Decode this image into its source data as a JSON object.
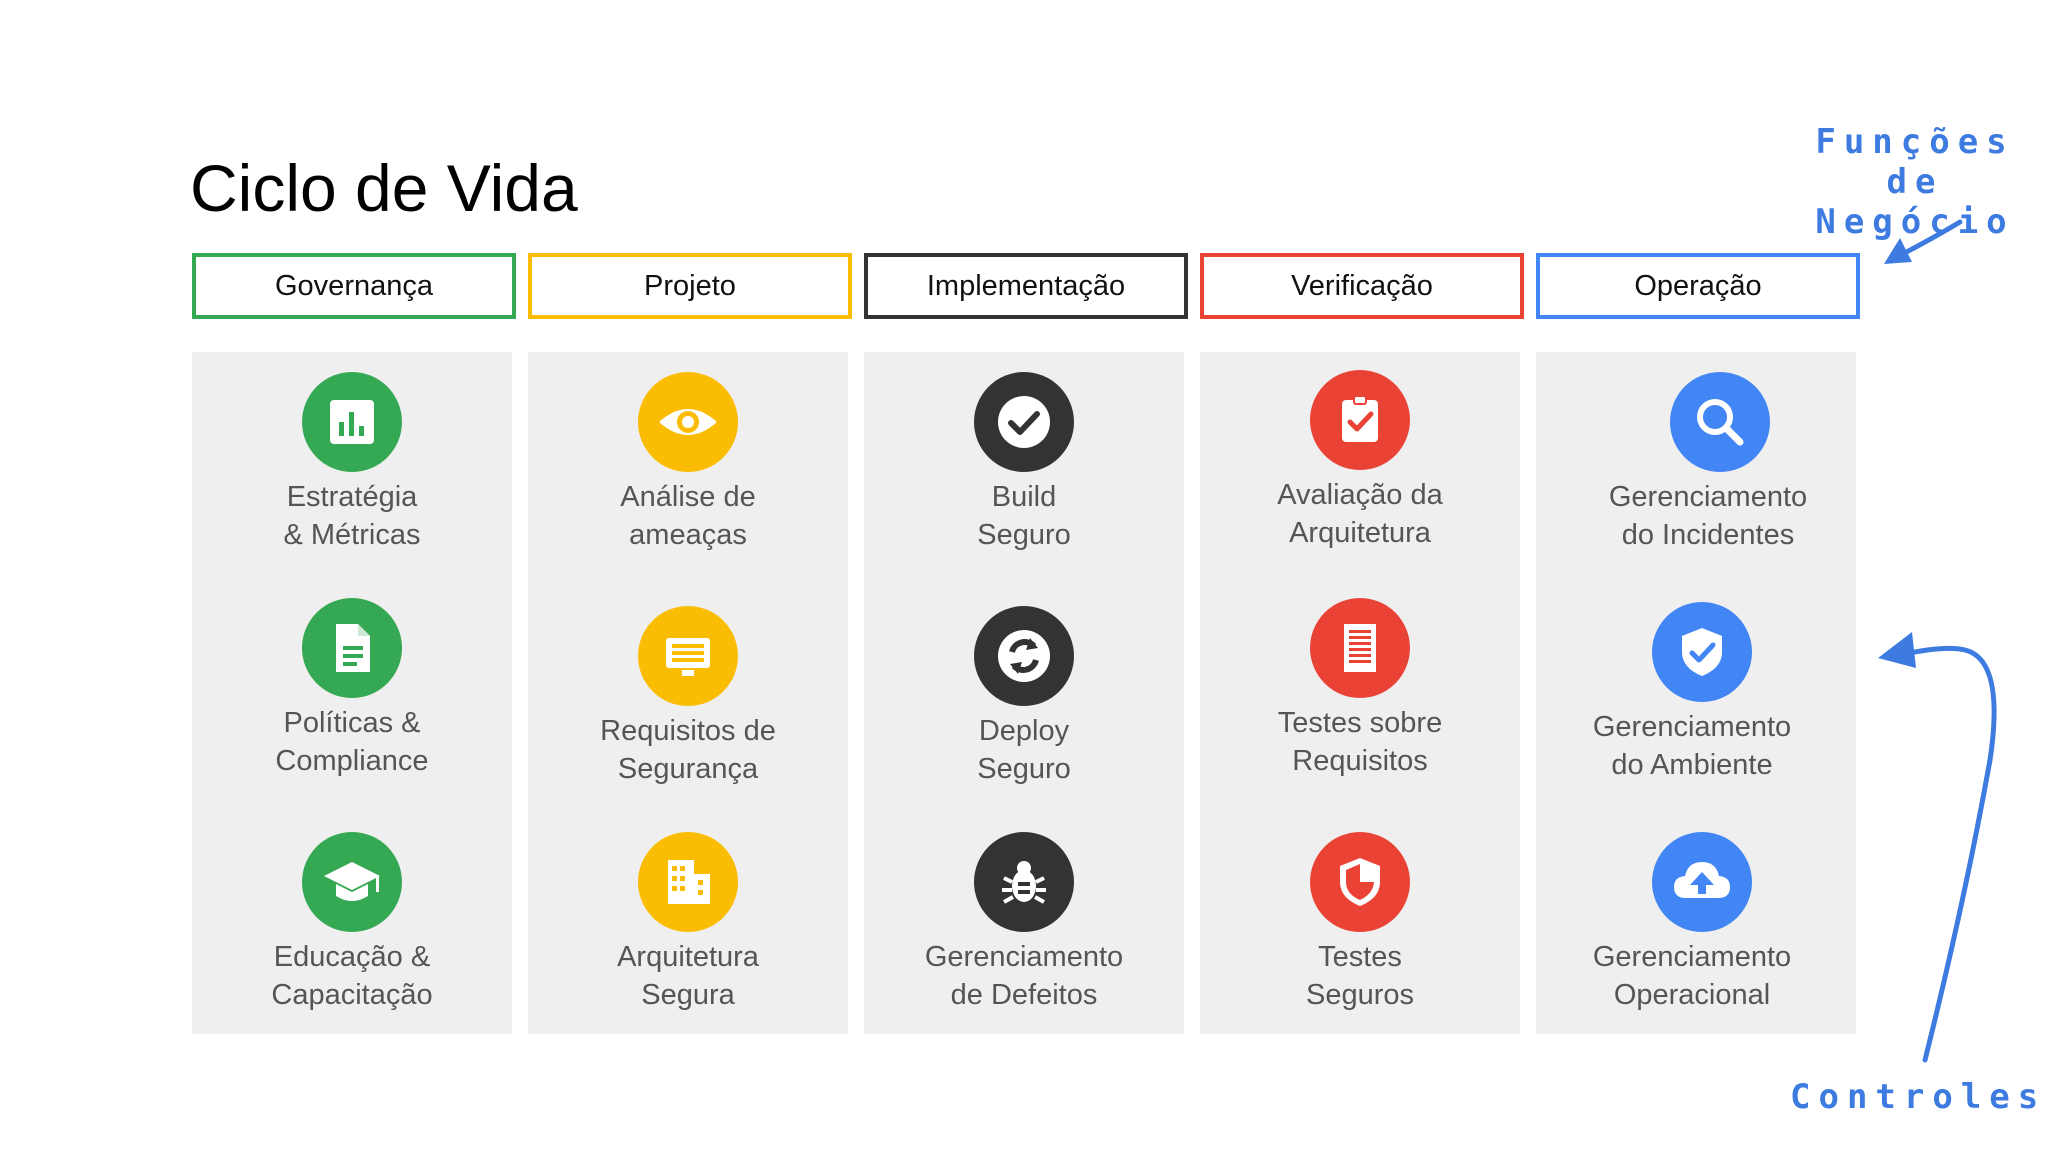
{
  "title": "Ciclo de Vida",
  "annotations": {
    "business_functions": "Funções de\nNegócio",
    "controls": "Controles"
  },
  "columns": [
    {
      "header": "Governança",
      "color": "#34a853",
      "items": [
        {
          "label": "Estratégia\n& Métricas",
          "icon": "bar-chart-icon"
        },
        {
          "label": "Políticas &\nCompliance",
          "icon": "document-icon"
        },
        {
          "label": "Educação &\nCapacitação",
          "icon": "graduation-cap-icon"
        }
      ]
    },
    {
      "header": "Projeto",
      "color": "#fbbc04",
      "items": [
        {
          "label": "Análise de\nameaças",
          "icon": "eye-icon"
        },
        {
          "label": "Requisitos de\nSegurança",
          "icon": "monitor-list-icon"
        },
        {
          "label": "Arquitetura\nSegura",
          "icon": "building-icon"
        }
      ]
    },
    {
      "header": "Implementação",
      "color": "#333333",
      "items": [
        {
          "label": "Build\nSeguro",
          "icon": "checkmark-icon"
        },
        {
          "label": "Deploy\nSeguro",
          "icon": "refresh-icon"
        },
        {
          "label": "Gerenciamento\nde Defeitos",
          "icon": "bug-icon"
        }
      ]
    },
    {
      "header": "Verificação",
      "color": "#ea4335",
      "items": [
        {
          "label": "Avaliação da\nArquitetura",
          "icon": "clipboard-check-icon"
        },
        {
          "label": "Testes sobre\nRequisitos",
          "icon": "checklist-icon"
        },
        {
          "label": "Testes\nSeguros",
          "icon": "shield-icon"
        }
      ]
    },
    {
      "header": "Operação",
      "color": "#4285f4",
      "items": [
        {
          "label": "Gerenciamento\ndo Incidentes",
          "icon": "search-icon"
        },
        {
          "label": "Gerenciamento\ndo Ambiente",
          "icon": "shield-check-icon"
        },
        {
          "label": "Gerenciamento\nOperacional",
          "icon": "cloud-upload-icon"
        }
      ]
    }
  ]
}
